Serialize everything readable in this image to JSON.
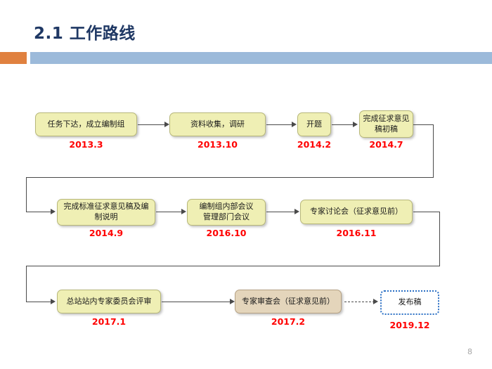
{
  "slide": {
    "title": "2.1  工作路线",
    "page_number": "8",
    "accent_orange": "#e0813f",
    "accent_blue": "#9cbada",
    "title_color": "#1f3864",
    "date_color": "#ff0000",
    "node_yellow_fill": "#efefb4",
    "node_beige_fill": "#e4d5bb",
    "node_dotted_border": "#2a6fc4"
  },
  "flow": {
    "rows": [
      {
        "nodes": [
          {
            "label": "任务下达，成立编制组",
            "date": "2013.3",
            "style": "yellow"
          },
          {
            "label": "资料收集，调研",
            "date": "2013.10",
            "style": "yellow"
          },
          {
            "label": "开题",
            "date": "2014.2",
            "style": "yellow"
          },
          {
            "label": "完成征求意见稿初稿",
            "date": "2014.7",
            "style": "yellow"
          }
        ]
      },
      {
        "nodes": [
          {
            "label": "完成标准征求意见稿及编制说明",
            "date": "2014.9",
            "style": "yellow"
          },
          {
            "label": "编制组内部会议\n管理部门会议",
            "date": "2016.10",
            "style": "yellow"
          },
          {
            "label": "专家讨论会（征求意见前）",
            "date": "2016.11",
            "style": "yellow"
          }
        ]
      },
      {
        "nodes": [
          {
            "label": "总站站内专家委员会评审",
            "date": "2017.1",
            "style": "yellow"
          },
          {
            "label": "专家审查会（征求意见前）",
            "date": "2017.2",
            "style": "beige"
          },
          {
            "label": "发布稿",
            "date": "2019.12",
            "style": "dotted"
          }
        ]
      }
    ]
  }
}
